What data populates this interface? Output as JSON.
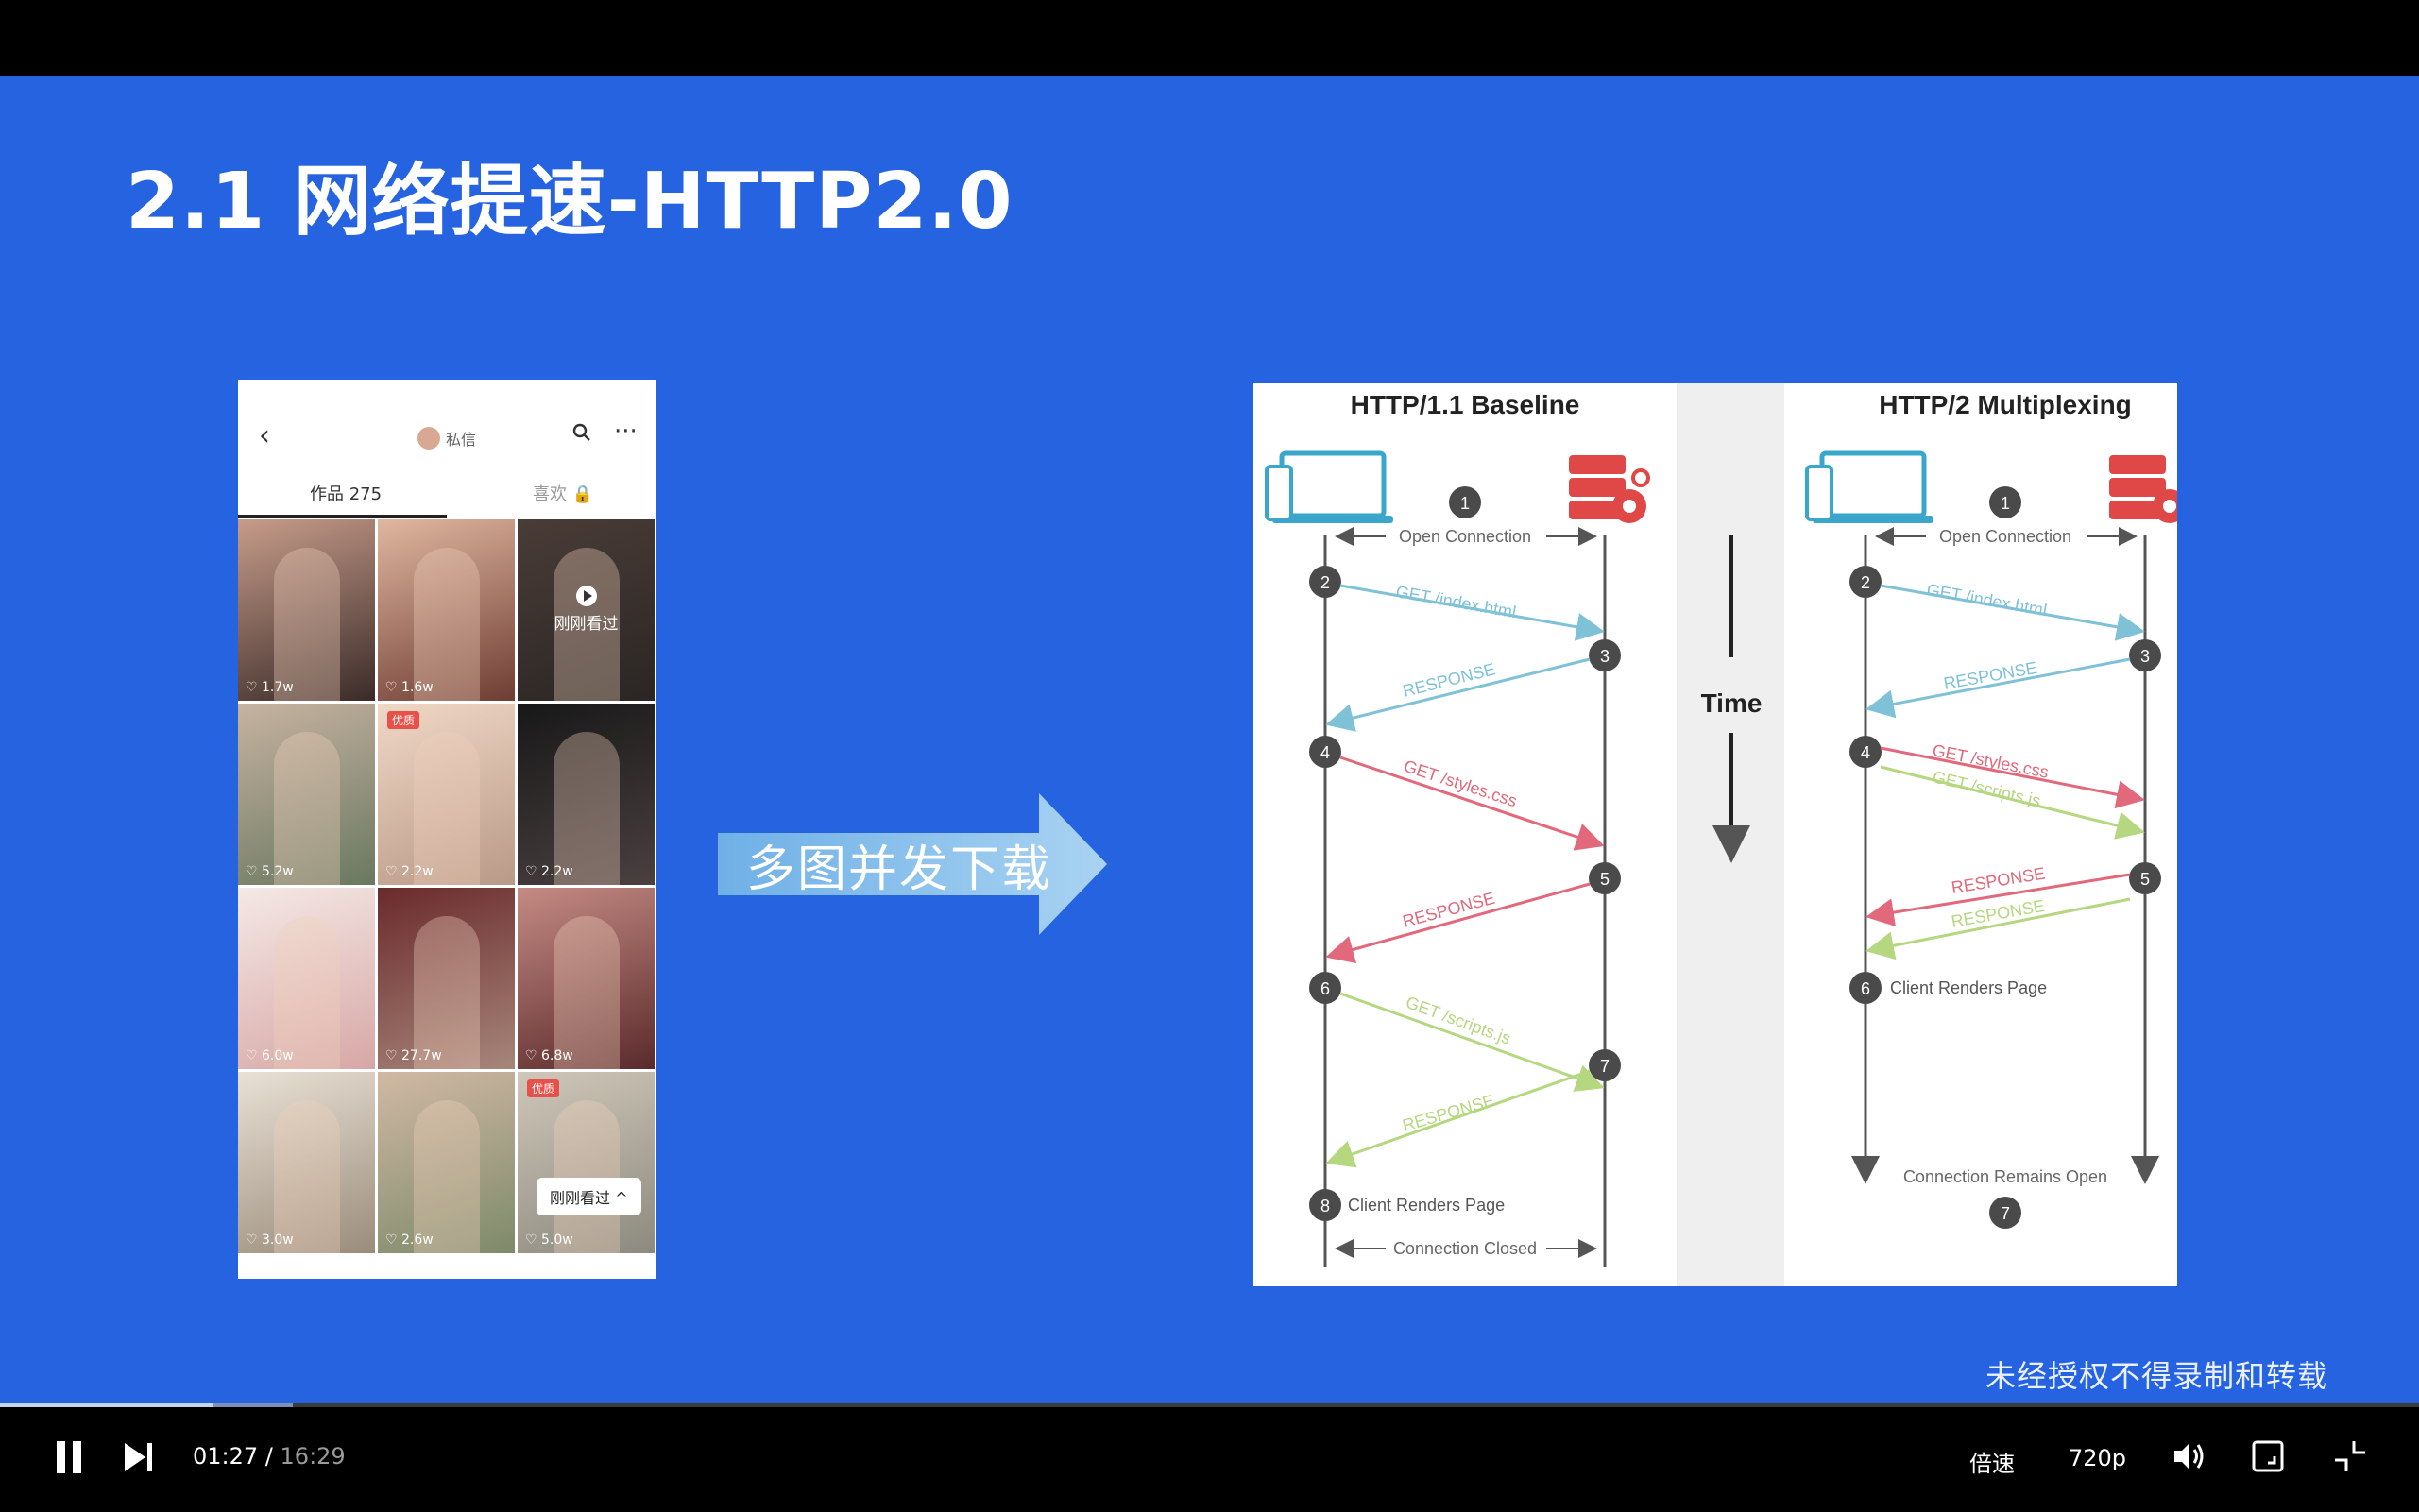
{
  "slide": {
    "title": "2.1 网络提速-HTTP2.0",
    "arrow_label": "多图并发下载",
    "watermark": "未经授权不得录制和转载"
  },
  "phone": {
    "profile_name": "私信",
    "tabs": [
      {
        "label": "作品 275"
      },
      {
        "label": "喜欢 🔒"
      }
    ],
    "tiles": [
      {
        "likes": "1.7w",
        "colors": [
          "#3a2b28",
          "#c79c8a"
        ]
      },
      {
        "likes": "1.6w",
        "colors": [
          "#6e3d33",
          "#e0b7a0"
        ]
      },
      {
        "likes": "",
        "overlay": "刚刚看过",
        "colors": [
          "#2a2624",
          "#4a3c37"
        ]
      },
      {
        "likes": "5.2w",
        "colors": [
          "#6a7860",
          "#c6b3a1"
        ]
      },
      {
        "likes": "2.2w",
        "badge": "优质",
        "colors": [
          "#b99987",
          "#f0d8c6"
        ]
      },
      {
        "likes": "2.2w",
        "colors": [
          "#4a4040",
          "#181818"
        ]
      },
      {
        "likes": "6.0w",
        "colors": [
          "#d7a7a5",
          "#f4e9e6"
        ]
      },
      {
        "likes": "27.7w",
        "colors": [
          "#a7867a",
          "#6a2a2c"
        ]
      },
      {
        "likes": "6.8w",
        "colors": [
          "#5a2a2b",
          "#c58b84"
        ]
      },
      {
        "likes": "3.0w",
        "colors": [
          "#9a8c7a",
          "#e9e1d6"
        ]
      },
      {
        "likes": "2.6w",
        "colors": [
          "#7d8a6a",
          "#d1b9a4"
        ]
      },
      {
        "likes": "5.0w",
        "badge": "优质",
        "chip": "刚刚看过 ^",
        "colors": [
          "#8c8a7e",
          "#cfc7b9"
        ]
      }
    ]
  },
  "diagram": {
    "left": {
      "title": "HTTP/1.1 Baseline",
      "open": "Open Connection",
      "req1": "GET /index.html",
      "resp": "RESPONSE",
      "req2": "GET /styles.css",
      "req3": "GET /scripts.js",
      "render": "Client Renders Page",
      "closed": "Connection Closed"
    },
    "middle": {
      "time": "Time"
    },
    "right": {
      "title": "HTTP/2 Multiplexing",
      "open": "Open Connection",
      "req1": "GET /index.html",
      "resp": "RESPONSE",
      "req2": "GET /styles.css",
      "req3": "GET /scripts.js",
      "render": "Client Renders Page",
      "remains": "Connection Remains Open"
    },
    "steps": [
      "1",
      "2",
      "3",
      "4",
      "5",
      "6",
      "7",
      "8"
    ],
    "colors": {
      "blue": "#7fc2d8",
      "red": "#e2687b",
      "green": "#b5d77f",
      "server": "#e04848",
      "client": "#3aa6cc",
      "step": "#4a4a4a"
    }
  },
  "player": {
    "current_time": "01:27 /",
    "total_time": "16:29",
    "speed_label": "倍速",
    "quality_label": "720p",
    "progress": 0.0878,
    "buffered": 0.121
  }
}
